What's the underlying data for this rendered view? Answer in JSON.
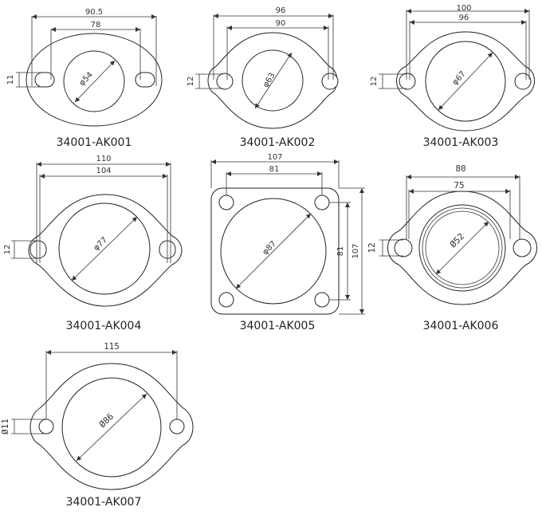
{
  "gaskets": [
    {
      "part": "34001-AK001",
      "dims": {
        "outer_width": "90.5",
        "hole_spacing": "78",
        "bore": "φ54",
        "slot": "11"
      }
    },
    {
      "part": "34001-AK002",
      "dims": {
        "outer_width": "96",
        "hole_spacing": "90",
        "bore": "φ63",
        "slot": "12"
      }
    },
    {
      "part": "34001-AK003",
      "dims": {
        "outer_width": "100",
        "hole_spacing": "96",
        "bore": "φ67",
        "slot": "12"
      }
    },
    {
      "part": "34001-AK004",
      "dims": {
        "outer_width": "110",
        "hole_spacing": "104",
        "bore": "φ77",
        "slot": "12"
      }
    },
    {
      "part": "34001-AK005",
      "dims": {
        "outer_width": "107",
        "hole_spacing": "81",
        "bore": "φ87",
        "vertical_spacing": "81",
        "vertical_outer": "107"
      }
    },
    {
      "part": "34001-AK006",
      "dims": {
        "outer_width": "80",
        "hole_spacing": "75",
        "bore": "Ø52",
        "slot": "12"
      }
    },
    {
      "part": "34001-AK007",
      "dims": {
        "outer_width": "115",
        "bore": "Ø86",
        "slot": "Ø11"
      }
    }
  ]
}
